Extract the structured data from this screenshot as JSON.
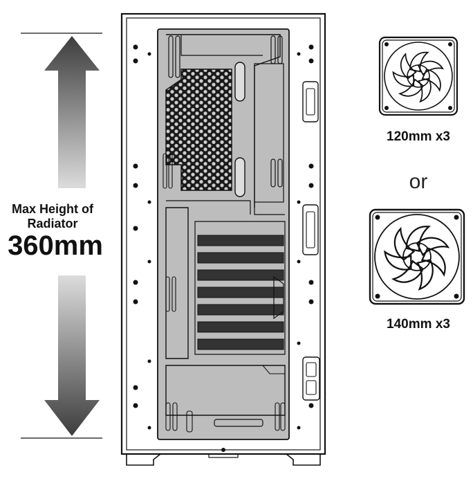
{
  "height_indicator": {
    "line1": "Max Height of",
    "line2": "Radiator",
    "value": "360mm"
  },
  "fan_options": [
    {
      "label": "120mm x3",
      "icon": "fan-120-icon"
    },
    {
      "label": "140mm x3",
      "icon": "fan-140-icon"
    }
  ],
  "separator": "or",
  "colors": {
    "panel_fill": "#bdbdbd",
    "arrow_dark": "#4a4a4a",
    "arrow_light": "#d9d9d9",
    "outline": "#111111"
  }
}
